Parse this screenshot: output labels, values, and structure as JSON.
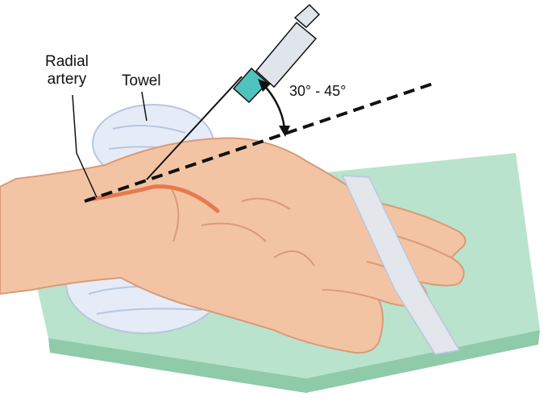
{
  "labels": {
    "radial_artery_line1": "Radial",
    "radial_artery_line2": "artery",
    "towel": "Towel",
    "angle": "30° - 45°"
  },
  "colors": {
    "board": "#b9e3cc",
    "board_edge": "#8fcaa9",
    "skin": "#f3c4a3",
    "skin_shadow": "#d99a78",
    "towel": "#e6ecf7",
    "towel_shadow": "#b8c6e0",
    "artery": "#e8794e",
    "strap": "#e3e6ea",
    "hub": "#4fc3be",
    "syringe": "#dfe5ea",
    "line": "#111111"
  }
}
